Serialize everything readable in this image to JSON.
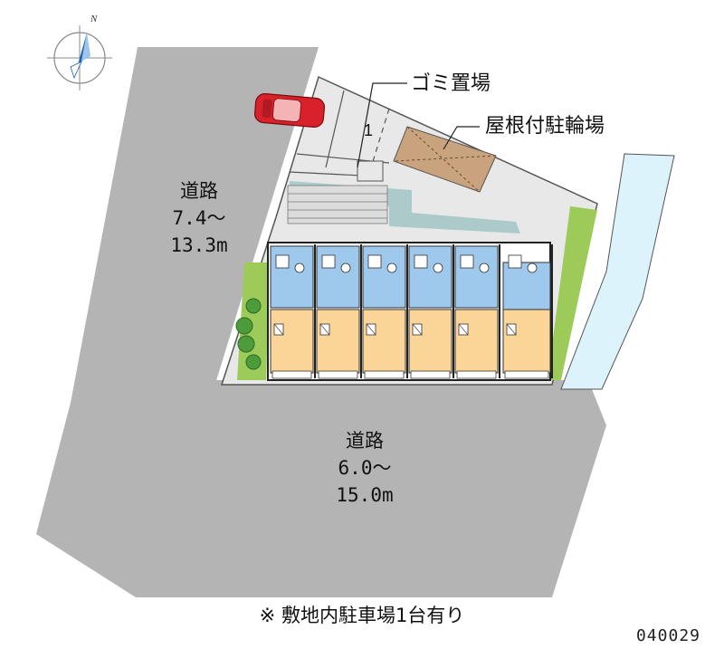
{
  "compass": {
    "north_letter": "N",
    "icon": "compass-rose-icon"
  },
  "roads": {
    "west": {
      "name": "道路",
      "width_line1": "7.4〜",
      "width_line2": "13.3m"
    },
    "south": {
      "name": "道路",
      "width_line1": "6.0〜",
      "width_line2": "15.0m"
    }
  },
  "callouts": {
    "garbage": "ゴミ置場",
    "bicycle": "屋根付駐輪場"
  },
  "parking": {
    "space_number": "1",
    "car_color": "#d8212a"
  },
  "note": "※ 敷地内駐車場1台有り",
  "property_code": "040029",
  "colors": {
    "road": "#b4b4b4",
    "site": "#e8e8e8",
    "water": "#ddf3fb",
    "green": "#9ccb5a",
    "room": "#fbd597",
    "bath": "#9ec8ec",
    "roof": "#c9a37e",
    "corridor": "#a5c6c6"
  }
}
